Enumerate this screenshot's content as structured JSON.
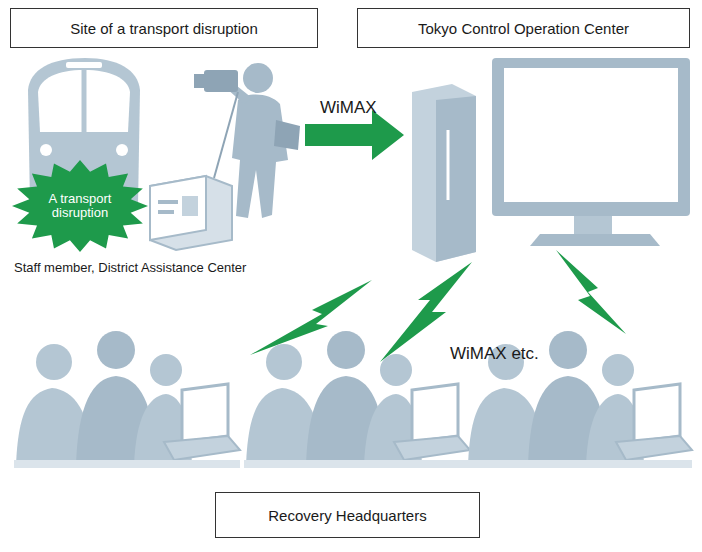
{
  "diagram": {
    "nodes": [
      {
        "text": [
          "Site of a transport disruption"
        ]
      },
      {
        "text": [
          "Tokyo Control Operation Center"
        ]
      },
      {
        "text": [
          "A transport disruption"
        ]
      },
      {
        "text": [
          "Recovery Headquarters"
        ]
      }
    ],
    "labels": [
      "Staff member, District Assistance Center",
      "WiMAX",
      "WiMAX etc."
    ]
  }
}
